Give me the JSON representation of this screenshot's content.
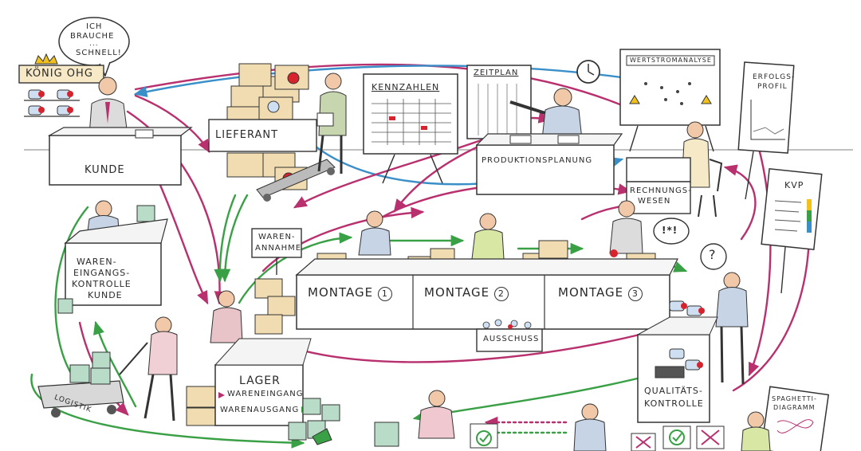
{
  "speech": {
    "line1": "ICH",
    "line2": "BRAUCHE",
    "line3": "...",
    "line4": "SCHNELL!"
  },
  "customer": {
    "company": "KÖNIG OHG",
    "desk_label": "KUNDE"
  },
  "supplier": {
    "label": "LIEFERANT"
  },
  "boards": {
    "kpi": "KENNZAHLEN",
    "schedule": "ZEITPLAN",
    "value_stream": "WERTSTROMANALYSE",
    "success_profile_1": "ERFOLGS-",
    "success_profile_2": "PROFIL",
    "kvp": "KVP",
    "spaghetti_1": "SPAGHETTI-",
    "spaghetti_2": "DIAGRAMM"
  },
  "planning": {
    "label": "PRODUKTIONSPLANUNG"
  },
  "accounting": {
    "line1": "RECHNUNGS-",
    "line2": "WESEN",
    "exclaim": "!*!"
  },
  "incoming_customer": {
    "line1": "WAREN-",
    "line2": "EINGANGS-",
    "line3": "KONTROLLE",
    "line4": "KUNDE"
  },
  "receiving": {
    "line1": "WAREN-",
    "line2": "ANNAHME"
  },
  "assembly": {
    "m1": "MONTAGE",
    "n1": "1",
    "m2": "MONTAGE",
    "n2": "2",
    "m3": "MONTAGE",
    "n3": "3"
  },
  "scrap": {
    "label": "AUSSCHUSS"
  },
  "warehouse": {
    "title": "LAGER",
    "in": "WARENEINGANG",
    "out": "WARENAUSGANG"
  },
  "logistics": {
    "label": "LOGISTIK"
  },
  "quality": {
    "line1": "QUALITÄTS-",
    "line2": "KONTROLLE"
  },
  "question": "?",
  "colors": {
    "magenta": "#b8306e",
    "green": "#3aa046",
    "blue": "#3a8fc8",
    "box": "#f0dcb0",
    "skin": "#f1c9a8"
  }
}
